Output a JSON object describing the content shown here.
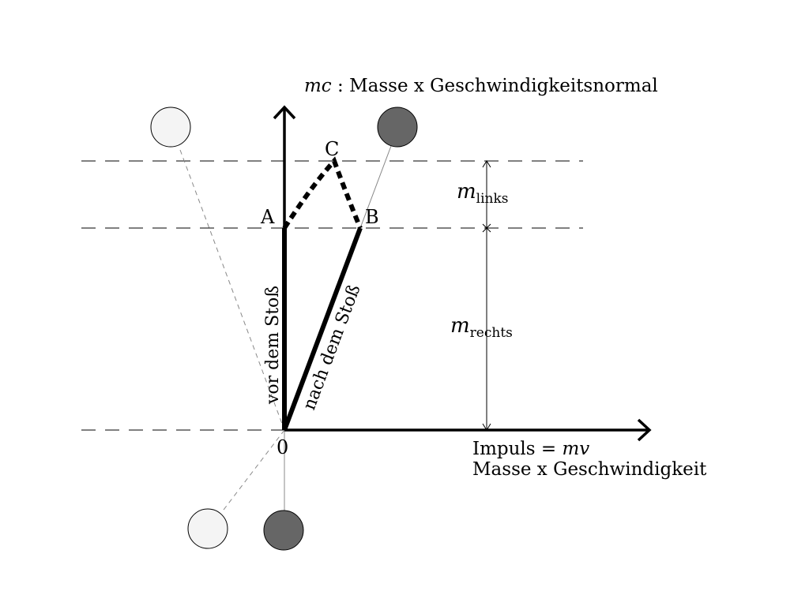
{
  "labels": {
    "y_axis_var": "mc",
    "y_axis_text": " : Masse x Geschwindigkeitsnormal",
    "x_axis_line1_text": "Impuls = ",
    "x_axis_var": "mv",
    "x_axis_line2": "Masse x Geschwindigkeit",
    "point_a": "A",
    "point_b": "B",
    "point_c": "C",
    "origin": "0",
    "vor_dem_stoss": "vor dem Stoß",
    "nach_dem_stoss": "nach dem Stoß",
    "m_links_base": "m",
    "m_links_sub": "links",
    "m_rechts_base": "m",
    "m_rechts_sub": "rechts"
  },
  "colors": {
    "ball_light": "#f4f4f4",
    "ball_dark": "#666666",
    "line": "#000000"
  }
}
